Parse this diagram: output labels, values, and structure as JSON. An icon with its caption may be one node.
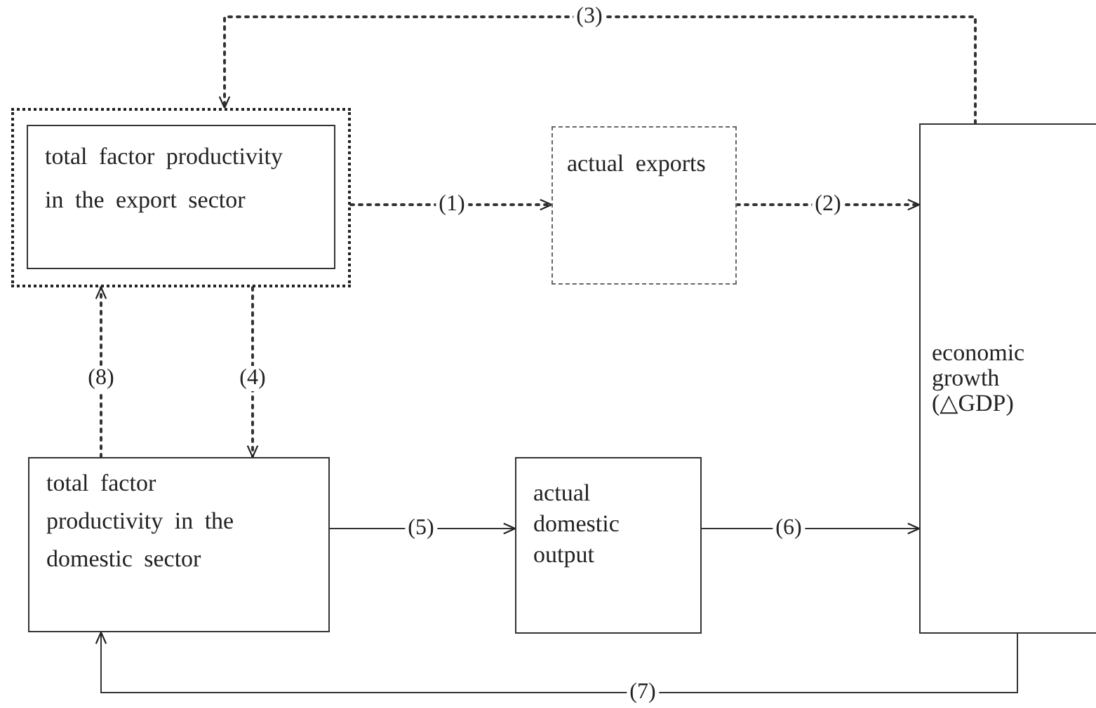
{
  "diagram": {
    "nodes": [
      {
        "text": [],
        "shape": "box"
      },
      {
        "text": [
          "total factor productivity in the export sector"
        ],
        "in": 0
      },
      {
        "text": [
          "actual exports"
        ]
      },
      {
        "text": [
          "economic growth (△GDP)"
        ]
      },
      {
        "text": [
          "total factor productivity in the domestic sector"
        ]
      },
      {
        "text": [
          "actual domestic output"
        ]
      }
    ],
    "edges": [
      {
        "from": 0,
        "to": 2,
        "arrow": "to",
        "label": "(1)",
        "style": "dashed"
      },
      {
        "from": 2,
        "to": 3,
        "arrow": "to",
        "label": "(2)",
        "style": "dashed"
      },
      {
        "from": 3,
        "to": 0,
        "arrow": "to",
        "label": "(3)",
        "style": "dashed"
      },
      {
        "from": 0,
        "to": 4,
        "arrow": "to",
        "label": "(4)",
        "style": "dashed"
      },
      {
        "from": 4,
        "to": 5,
        "arrow": "to",
        "label": "(5)"
      },
      {
        "from": 5,
        "to": 3,
        "arrow": "to",
        "label": "(6)"
      },
      {
        "from": 3,
        "to": 4,
        "arrow": "to",
        "label": "(7)"
      },
      {
        "from": 4,
        "to": 0,
        "arrow": "to",
        "label": "(8)",
        "style": "dashed"
      }
    ]
  }
}
